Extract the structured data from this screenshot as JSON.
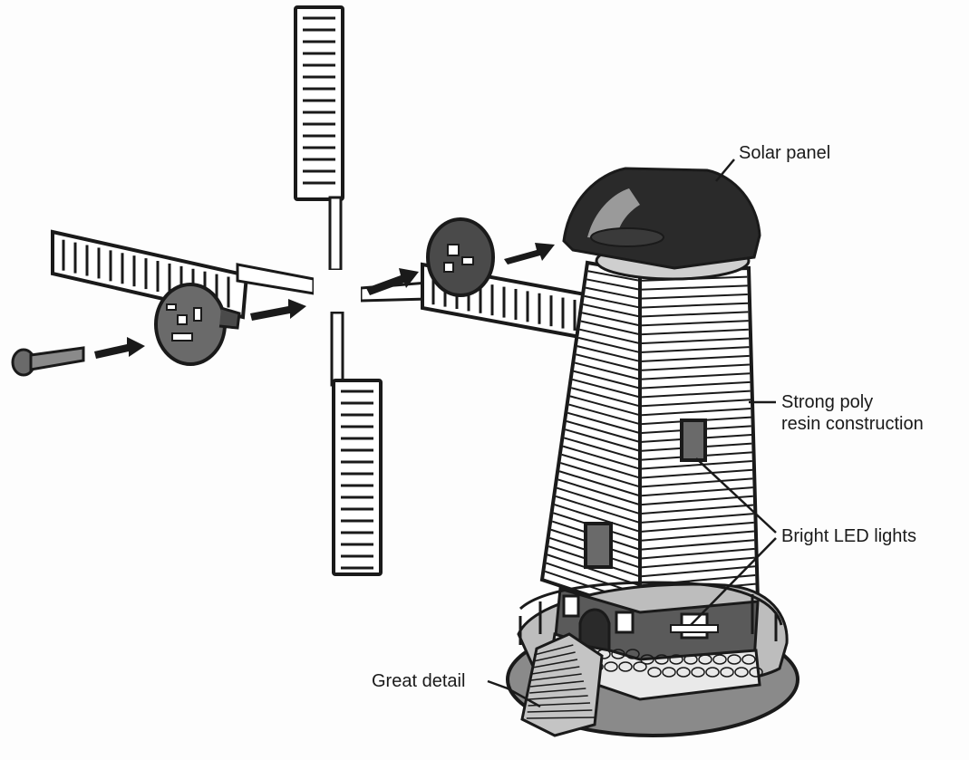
{
  "labels": {
    "solar_panel": "Solar panel",
    "resin_line1": "Strong poly",
    "resin_line2": "resin construction",
    "led_lights": "Bright LED lights",
    "great_detail": "Great detail"
  },
  "colors": {
    "ink": "#1a1a1a",
    "dark_fill": "#3a3a3a",
    "mid_fill": "#8a8a8a",
    "light_fill": "#cfcfcf",
    "paper": "#fdfdfd"
  }
}
